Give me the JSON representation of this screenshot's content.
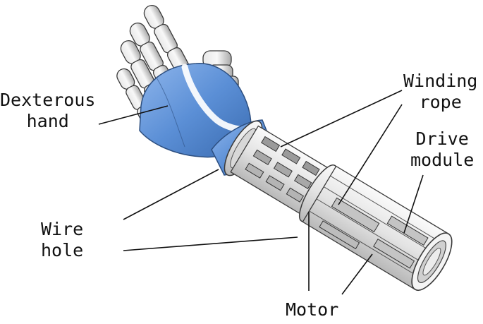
{
  "labels": {
    "dexterous_hand": [
      "Dexterous",
      "hand"
    ],
    "winding_rope": [
      "Winding",
      "rope"
    ],
    "drive_module": [
      "Drive",
      "module"
    ],
    "wire_hole": [
      "Wire",
      "hole"
    ],
    "motor": "Motor"
  },
  "colors": {
    "palm_blue": "#5b8fd6",
    "palm_dark": "#3f6fb3",
    "metal_light": "#f2f2f2",
    "metal_shade": "#bdbdbd",
    "outline": "#3a3a3a",
    "leader_line": "#111111"
  }
}
